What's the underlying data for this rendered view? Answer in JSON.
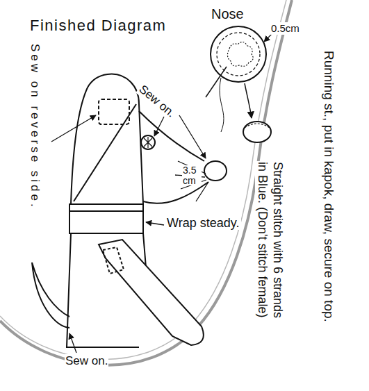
{
  "diagram": {
    "title": "Finished Diagram",
    "labels": [
      "Nose",
      "0.5cm",
      "Sew on.",
      "Sew on reverse side.",
      "3.5 cm",
      "Straight stitch with 6 strands in Blue. (Don't stitch female)",
      "Wrap steady.",
      "Running st., put in kapok, draw, secure on top.",
      "Sew on."
    ]
  }
}
